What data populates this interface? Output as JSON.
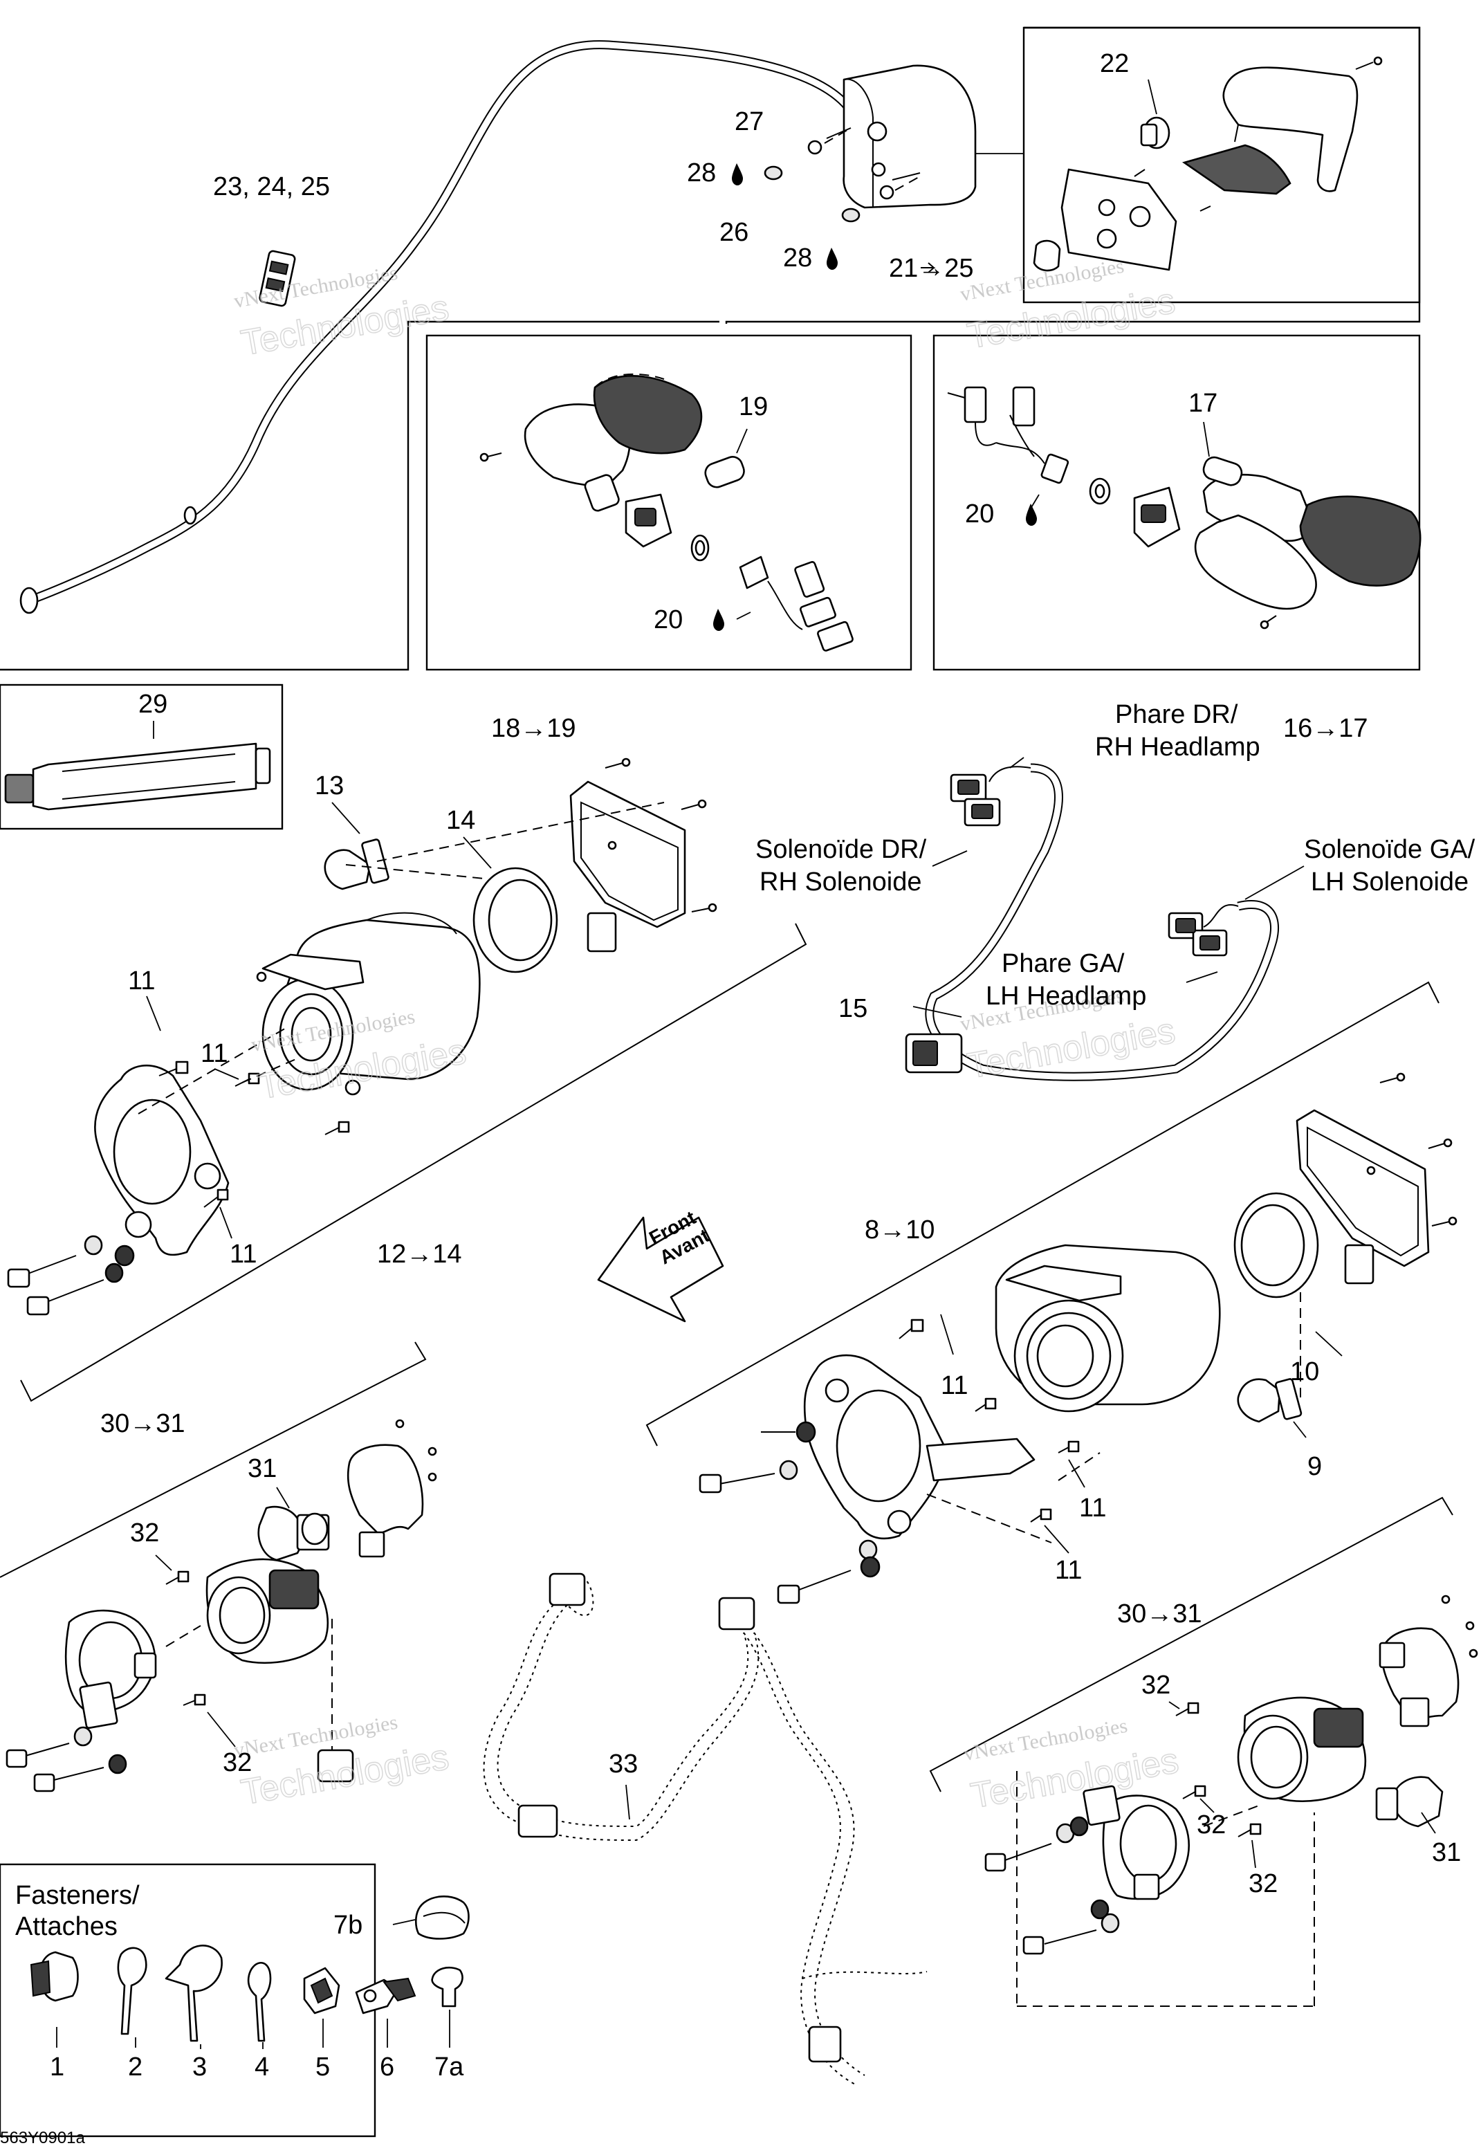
{
  "callouts": {
    "c22": "22",
    "c23_25": "23, 24, 25",
    "c27": "27",
    "c28a": "28",
    "c26": "26",
    "c28b": "28",
    "c21_25": "21→25",
    "c19": "19",
    "c17": "17",
    "c20a": "20",
    "c20b": "20",
    "c18_19": "18→19",
    "c16_17": "16→17",
    "c29": "29",
    "c13": "13",
    "c14": "14",
    "c11a": "11",
    "c11b": "11",
    "c11c": "11",
    "c12_14": "12→14",
    "c15": "15",
    "c8_10": "8→10",
    "c11d": "11",
    "c10": "10",
    "c9": "9",
    "c11e": "11",
    "c11f": "11",
    "c30_31a": "30→31",
    "c31a": "31",
    "c32a": "32",
    "c32b": "32",
    "c33": "33",
    "c30_31b": "30→31",
    "c32c": "32",
    "c32d": "32",
    "c32e": "32",
    "c31b": "31"
  },
  "connector_labels": {
    "phare_dr": "Phare DR/",
    "rh_headlamp": "RH Headlamp",
    "solenoide_dr": "Solenoïde DR/",
    "rh_solenoide": "RH Solenoide",
    "solenoide_ga": "Solenoïde GA/",
    "lh_solenoide": "LH Solenoide",
    "phare_ga": "Phare GA/",
    "lh_headlamp": "LH Headlamp"
  },
  "direction": {
    "line1": "Front",
    "line2": "Avant"
  },
  "fasteners": {
    "title1": "Fasteners/",
    "title2": "Attaches",
    "items": [
      "1",
      "2",
      "3",
      "4",
      "5",
      "6",
      "7a",
      "7b"
    ]
  },
  "watermark": {
    "line1": "vNext Technologies",
    "line2": "Technologies"
  },
  "figure_code": "563Y0901a",
  "icons": [
    "drop-icon",
    "arrow-right-icon"
  ]
}
